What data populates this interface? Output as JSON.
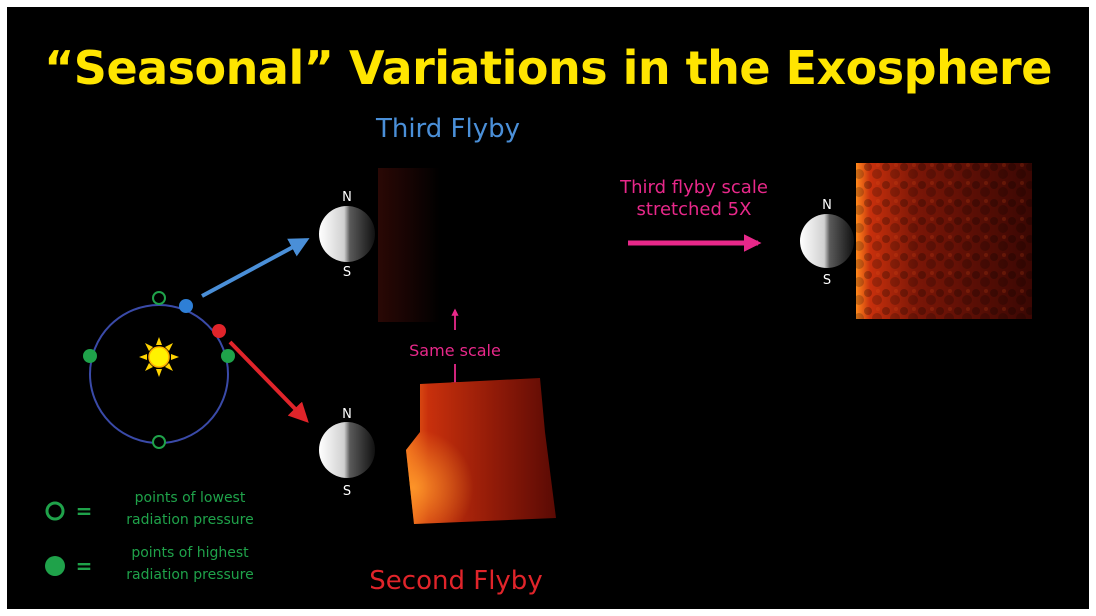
{
  "title": "“Seasonal” Variations in the Exosphere",
  "third_flyby_label": "Third Flyby",
  "second_flyby_label": "Second Flyby",
  "stretch_label_line1": "Third flyby scale",
  "stretch_label_line2": "stretched 5X",
  "same_scale_label": "Same scale",
  "pole_north": "N",
  "pole_south": "S",
  "legend": {
    "lowest_symbol": "O",
    "equals": "=",
    "lowest_line1": "points of lowest",
    "lowest_line2": "radiation pressure",
    "highest_line1": "points of highest",
    "highest_line2": "radiation pressure"
  },
  "colors": {
    "background": "#000000",
    "title": "#ffe500",
    "third_flyby": "#4a8fd8",
    "second_flyby": "#e0242a",
    "annotation": "#e8288a",
    "legend": "#1fa24a",
    "orbit": "#3a4aa8"
  },
  "icons": {
    "sun": "sun-icon",
    "planet": "mercury-planet-icon"
  }
}
